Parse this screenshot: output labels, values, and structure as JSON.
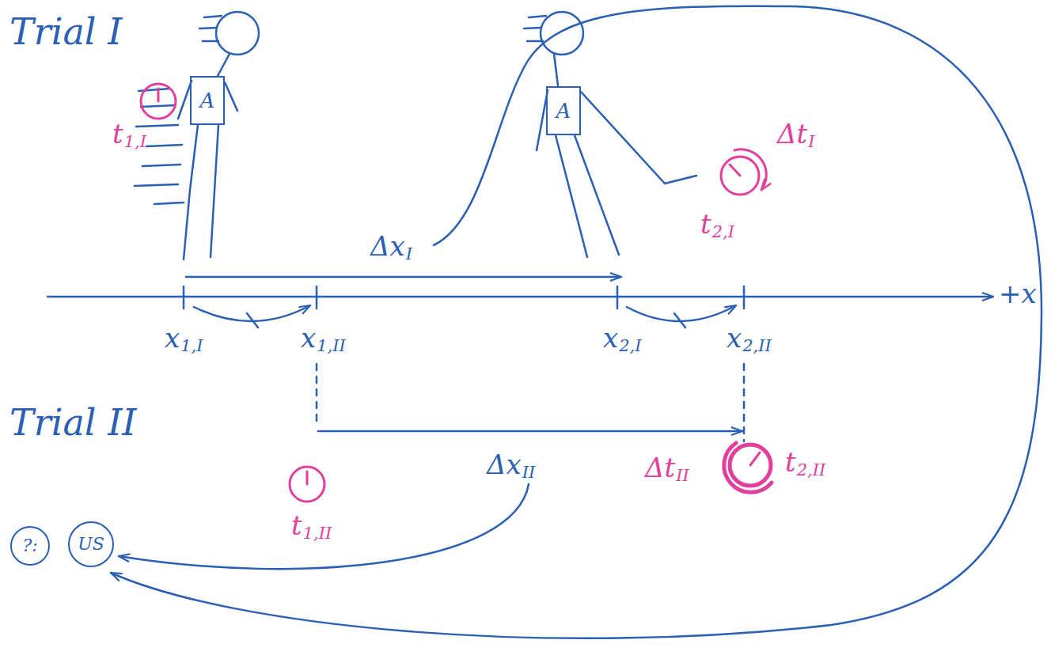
{
  "diagram": {
    "nodes": [
      {
        "text": [
          "A"
        ]
      },
      {
        "text": [
          "A"
        ]
      },
      {
        "text": [
          "?:"
        ]
      },
      {
        "text": [
          "US"
        ]
      }
    ],
    "labels": [
      "Trial I",
      "t",
      "1,I",
      "Δx",
      "I",
      "Δt",
      "I",
      "t",
      "2,I",
      "+x",
      "x",
      "1,I",
      "x",
      "1,II",
      "x",
      "2,I",
      "x",
      "2,II",
      "Trial II",
      "Δx",
      "II",
      "t",
      "1,II",
      "Δt",
      "II",
      "t",
      "2,II"
    ]
  }
}
